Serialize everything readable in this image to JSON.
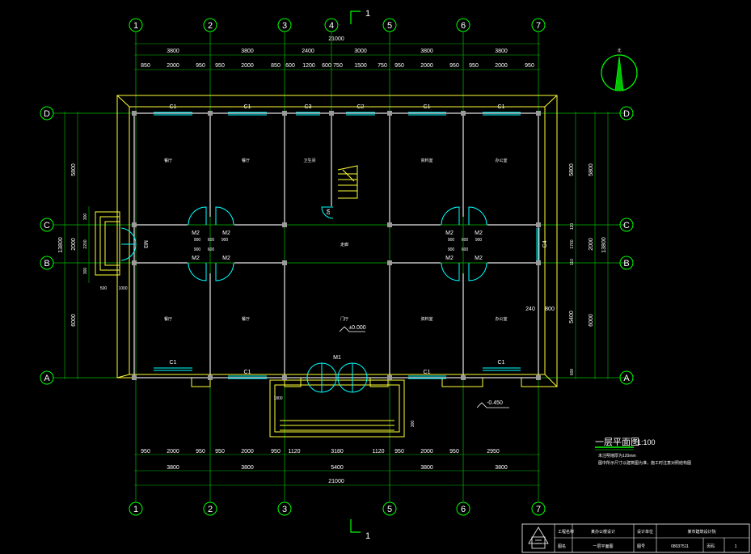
{
  "grid_top": [
    "1",
    "2",
    "3",
    "4",
    "5",
    "6",
    "7"
  ],
  "grid_bottom": [
    "1",
    "2",
    "3",
    "5",
    "6",
    "7"
  ],
  "grid_left": [
    "D",
    "C",
    "B",
    "A"
  ],
  "grid_right": [
    "D",
    "C",
    "B",
    "A"
  ],
  "section_mark": "1",
  "north_label": "北",
  "top_dims": {
    "total": "21000",
    "row1": [
      "3800",
      "3800",
      "2400",
      "3000",
      "3800",
      "3800"
    ],
    "row2": [
      "850",
      "2000",
      "950",
      "950",
      "2000",
      "850",
      "600",
      "1200",
      "600",
      "750",
      "1500",
      "750",
      "950",
      "2000",
      "950",
      "950",
      "2000",
      "950"
    ]
  },
  "bottom_dims": {
    "row1": [
      "950",
      "2000",
      "950",
      "950",
      "2000",
      "950",
      "1120",
      "3180",
      "1120",
      "950",
      "2000",
      "950",
      "2950"
    ],
    "row2": [
      "3800",
      "3800",
      "5400",
      "3800",
      "3800"
    ],
    "total": "21000"
  },
  "left_dims": {
    "outer": "13800",
    "inner": [
      "5800",
      "2000",
      "6000"
    ],
    "small": [
      "300",
      "2200",
      "300"
    ]
  },
  "right_dims": {
    "outer": "13800",
    "inner": [
      "5800",
      "2000",
      "6000"
    ],
    "fine": [
      "5800",
      "120",
      "1760",
      "110",
      "5400",
      "600"
    ],
    "extra": [
      "240",
      "800"
    ]
  },
  "windows_top": [
    "C1",
    "C1",
    "C3",
    "C2",
    "C1",
    "C1"
  ],
  "windows_bottom": [
    "C1",
    "C1",
    "C1",
    "C1"
  ],
  "window_side": "C4",
  "doors": {
    "left_group": [
      "M2",
      "M2",
      "M2",
      "M2"
    ],
    "right_group": [
      "M2",
      "M2",
      "M2",
      "M2"
    ],
    "entry": "M1",
    "side": "M3",
    "stair": "M2"
  },
  "rooms": [
    "餐厅",
    "餐厅",
    "卫生间",
    "资料室",
    "办公室",
    "走廊",
    "餐厅",
    "餐厅",
    "门厅",
    "资料室",
    "办公室"
  ],
  "level_marks": [
    "±0.000",
    "-0.450"
  ],
  "small_dims": [
    "900",
    "600",
    "900",
    "600",
    "900",
    "900",
    "600",
    "900",
    "600",
    "900",
    "500",
    "1000",
    "1800",
    "300"
  ],
  "drawing_title": "一层平面图",
  "scale": "1:100",
  "notes": [
    "未注明墙厚为120mm",
    "图中所示尺寸以建筑图为准，施工时注意对照结构图"
  ],
  "title_block": {
    "project_label": "工程名称",
    "project_value": "某办公楼设计",
    "design_unit_label": "设计单位",
    "design_unit_value": "某市建筑设计院",
    "drawing_label": "图名",
    "drawing_value": "一层平面图",
    "number_label": "图号",
    "number_value": "08037511",
    "sheet_label": "页码",
    "sheet_value": "1"
  }
}
